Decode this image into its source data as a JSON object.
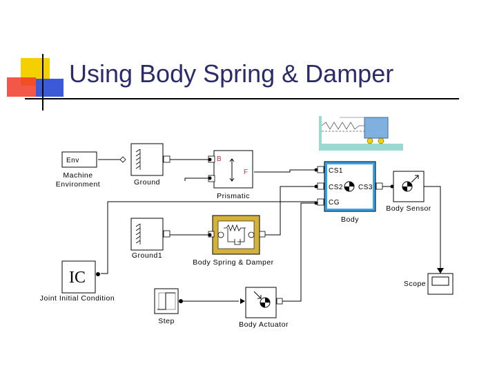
{
  "slide": {
    "title": "Using Body Spring & Damper"
  },
  "blocks": {
    "env": {
      "text": "Env",
      "label_line1": "Machine",
      "label_line2": "Environment"
    },
    "ground": {
      "label": "Ground"
    },
    "prismatic": {
      "port_b": "B",
      "port_f": "F",
      "label": "Prismatic"
    },
    "body": {
      "port_cs1": "CS1",
      "port_cs2": "CS2",
      "port_cs3": "CS3",
      "port_cg": "CG",
      "label": "Body"
    },
    "body_sensor": {
      "label": "Body Sensor"
    },
    "ground1": {
      "label": "Ground1"
    },
    "spring_damper": {
      "label": "Body Spring & Damper"
    },
    "joint_ic": {
      "text": "IC",
      "label": "Joint Initial Condition"
    },
    "scope": {
      "label": "Scope"
    },
    "step": {
      "label": "Step"
    },
    "body_actuator": {
      "label": "Body Actuator"
    }
  },
  "colors": {
    "title": "#2b2b6b",
    "accent_yellow": "#f5d000",
    "accent_red": "#f03a2a",
    "accent_blue": "#3a5ad8",
    "body_fill": "#3aa0e8",
    "spring_fill": "#d4b13a",
    "illustration_floor": "#9bd8d0",
    "illustration_cart": "#7fb0e0"
  }
}
